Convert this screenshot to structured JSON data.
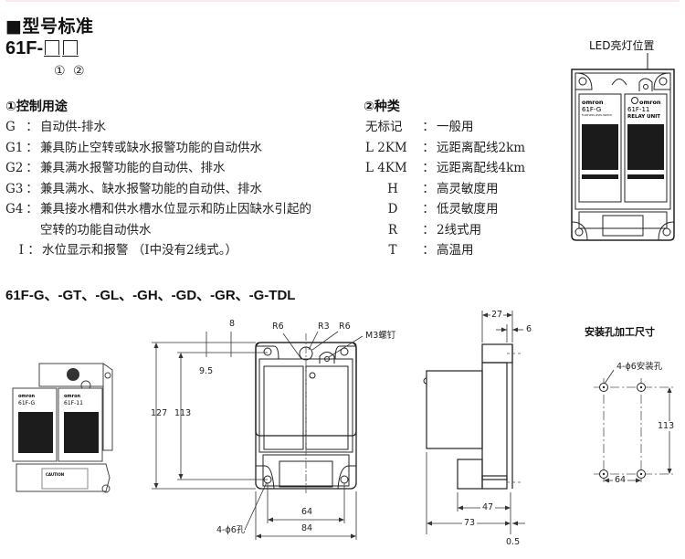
{
  "header": {
    "section_title": "■型号标准",
    "model_prefix": "61F-",
    "model_slot_markers": [
      "①",
      "②"
    ]
  },
  "usage": {
    "title": "①控制用途",
    "items": [
      {
        "code": "G",
        "desc": "自动供-排水"
      },
      {
        "code": "G1",
        "desc": "兼具防止空转或缺水报警功能的自动供水"
      },
      {
        "code": "G2",
        "desc": "兼具满水报警功能的自动供、排水"
      },
      {
        "code": "G3",
        "desc": "兼具满水、缺水报警功能的自动供、排水"
      },
      {
        "code": "G4",
        "desc": "兼具接水槽和供水槽水位显示和防止因缺水引起的"
      },
      {
        "code": "",
        "desc": "空转的功能自动供水"
      },
      {
        "code": "I",
        "desc": "水位显示和报警 （I中没有2线式。）"
      }
    ]
  },
  "types": {
    "title": "②种类",
    "items": [
      {
        "code": "无标记",
        "desc": "一般用"
      },
      {
        "code": "L 2KM",
        "desc": "远距离配线2km"
      },
      {
        "code": "L 4KM",
        "desc": "远距离配线4km"
      },
      {
        "code": "H",
        "desc": "高灵敏度用"
      },
      {
        "code": "D",
        "desc": "低灵敏度用"
      },
      {
        "code": "R",
        "desc": "2线式用"
      },
      {
        "code": "T",
        "desc": "高温用"
      }
    ]
  },
  "led_callout": "LED亮灯位置",
  "front_product": {
    "left_unit": {
      "brand": "omron",
      "model": "61F-G",
      "sub": "FLOATLESS LEVEL SWITCH"
    },
    "right_unit": {
      "brand": "omron",
      "model": "61F-11",
      "sub": "RELAY UNIT"
    }
  },
  "series_title": "61F-G、-GT、-GL、-GH、-GD、-GR、-G-TDL",
  "photo": {
    "left_unit": {
      "brand": "omron",
      "model": "61F-G"
    },
    "right_unit": {
      "brand": "omron",
      "model": "61F-11"
    },
    "caution": "CAUTION"
  },
  "front_view": {
    "dims": {
      "height_total": "127",
      "height_holes": "113",
      "top_offset_8": "8",
      "top_offset_9_5": "9.5",
      "width_holes": "64",
      "width_total": "84"
    },
    "labels": {
      "r6_left": "R6",
      "r3": "R3",
      "r6_right": "R6",
      "screw": "M3螺钉",
      "holes": "4-ϕ6孔"
    }
  },
  "side_view": {
    "dims": {
      "depth_top": "27",
      "flange": "6",
      "depth_bottom": "47",
      "depth_total": "73",
      "gap": "0.5"
    }
  },
  "mounting": {
    "title": "安装孔加工尺寸",
    "holes_label": "4-ϕ6安装孔",
    "height": "113",
    "width": "64"
  }
}
